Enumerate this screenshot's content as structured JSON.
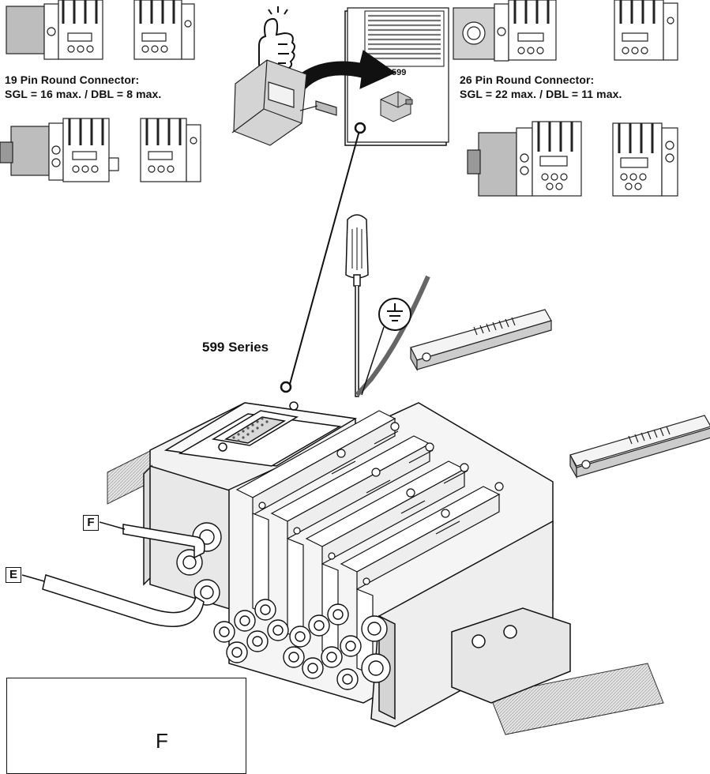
{
  "captions": {
    "pin19": {
      "line1": "19 Pin Round Connector:",
      "line2": "SGL = 16 max. / DBL = 8 max."
    },
    "pin26": {
      "line1": "26 Pin Round Connector:",
      "line2": "SGL = 22 max. / DBL = 11 max."
    }
  },
  "manual": {
    "title": "599"
  },
  "series_label": "599 Series",
  "tags": {
    "f": "F",
    "e": "E"
  },
  "force_box": {
    "letter": "F"
  }
}
